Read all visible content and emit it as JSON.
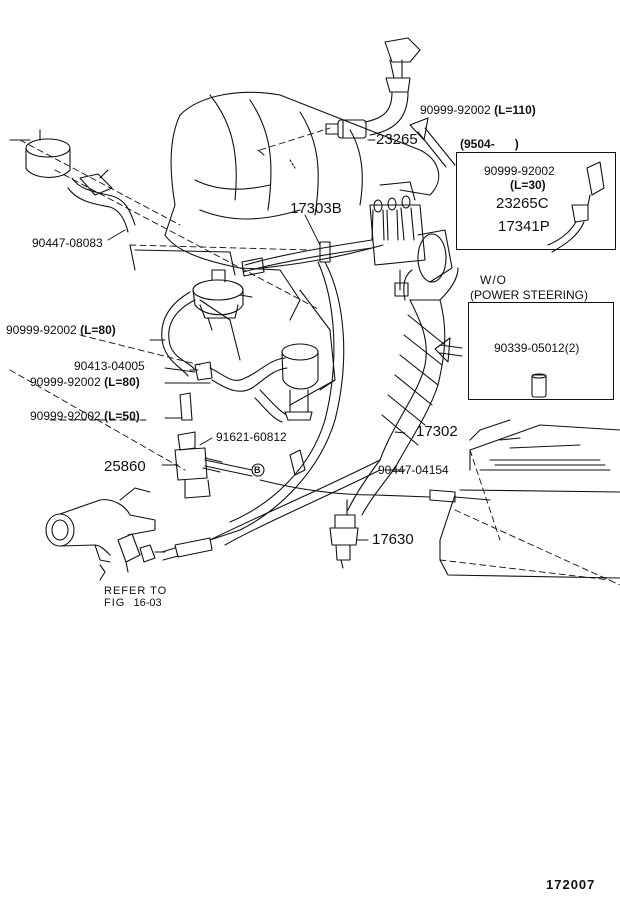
{
  "labels": {
    "p1_num": "90999-92002",
    "p1_len": "(L=110)",
    "p2": "23265",
    "box1_header": "(9504-      )",
    "box1_p1_num": "90999-92002",
    "box1_p1_len": "(L=30)",
    "box1_p2": "23265C",
    "box1_p3": "17341P",
    "p3": "17303B",
    "p4": "90447-08083",
    "wo_line1": "W/O",
    "wo_line2": "(POWER STEERING)",
    "box2_part": "90339-05012(2)",
    "p5_num": "90999-92002",
    "p5_len": "(L=80)",
    "p6": "90413-04005",
    "p7_num": "90999-92002",
    "p7_len": "(L=80)",
    "p8_num": "90999-92002",
    "p8_len": "(L=50)",
    "p9": "91621-60812",
    "circle_b": "B",
    "p10": "17302",
    "p11": "25860",
    "p12": "90447-04154",
    "p13": "17630",
    "refer_line1": "REFER TO",
    "refer_line2": "FIG",
    "refer_fig": "16-03",
    "diagram_id": "172007"
  }
}
